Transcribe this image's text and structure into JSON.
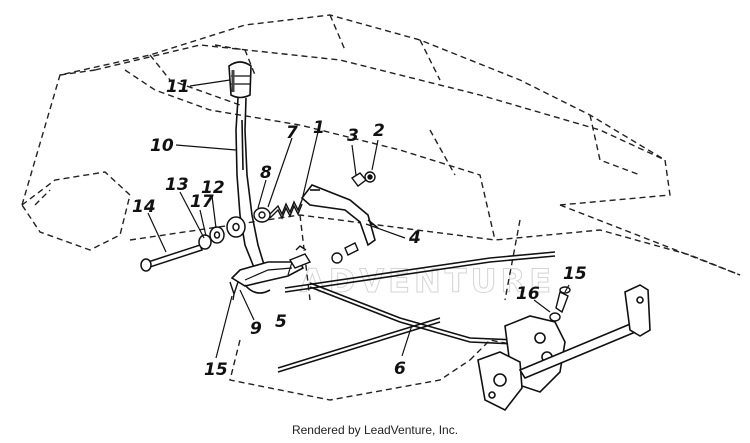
{
  "diagram": {
    "callouts": [
      {
        "id": "c11",
        "text": "11"
      },
      {
        "id": "c10",
        "text": "10"
      },
      {
        "id": "c7",
        "text": "7"
      },
      {
        "id": "c1",
        "text": "1"
      },
      {
        "id": "c3",
        "text": "3"
      },
      {
        "id": "c2",
        "text": "2"
      },
      {
        "id": "c8",
        "text": "8"
      },
      {
        "id": "c13",
        "text": "13"
      },
      {
        "id": "c12",
        "text": "12"
      },
      {
        "id": "c17",
        "text": "17"
      },
      {
        "id": "c14",
        "text": "14"
      },
      {
        "id": "c4",
        "text": "4"
      },
      {
        "id": "c15a",
        "text": "15"
      },
      {
        "id": "c16",
        "text": "16"
      },
      {
        "id": "c5",
        "text": "5"
      },
      {
        "id": "c9",
        "text": "9"
      },
      {
        "id": "c6",
        "text": "6"
      },
      {
        "id": "c15b",
        "text": "15"
      }
    ],
    "watermark": "ADVENTURE"
  },
  "footer": {
    "text": "Rendered by LeadVenture, Inc."
  }
}
